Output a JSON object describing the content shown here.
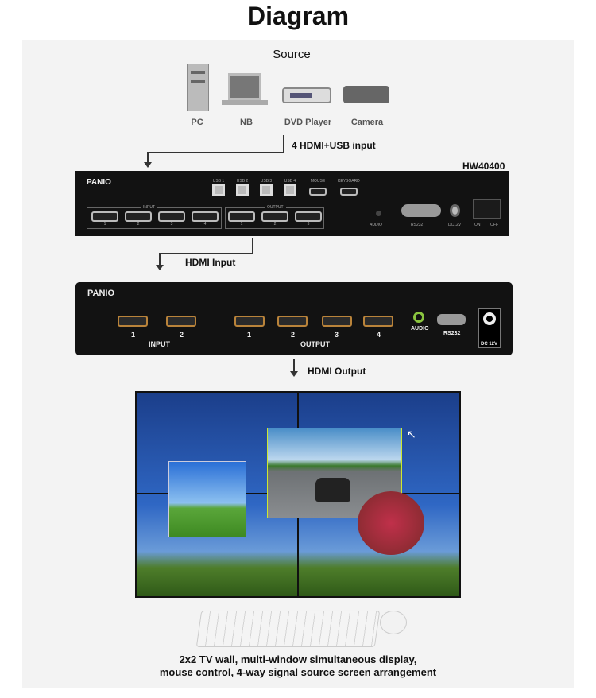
{
  "title": "Diagram",
  "source": {
    "heading": "Source",
    "items": [
      {
        "label": "PC",
        "icon": "pc-tower-icon"
      },
      {
        "label": "NB",
        "icon": "laptop-icon"
      },
      {
        "label": "DVD Player",
        "icon": "dvd-player-icon"
      },
      {
        "label": "Camera",
        "icon": "camera-icon"
      }
    ]
  },
  "step1": "4 HDMI+USB input",
  "device1": {
    "model": "HW40400",
    "brand": "PANIO",
    "usb": [
      "USB 1",
      "USB 2",
      "USB 3",
      "USB 4"
    ],
    "mouse": "MOUSE",
    "keyboard": "KEYBOARD",
    "input": "INPUT",
    "output": "OUTPUT",
    "in_nums": [
      "1",
      "2",
      "3",
      "4"
    ],
    "out_nums": [
      "1",
      "2",
      "3"
    ],
    "audio": "AUDIO",
    "rs232": "RS232",
    "dc": "DC12V",
    "on": "ON",
    "off": "OFF"
  },
  "step2": "HDMI Input",
  "device2": {
    "brand": "PANIO",
    "in_nums": [
      "1",
      "2"
    ],
    "input": "INPUT",
    "out_nums": [
      "1",
      "2",
      "3",
      "4"
    ],
    "output": "OUTPUT",
    "audio": "AUDIO",
    "rs232": "RS232",
    "dc": "DC 12V"
  },
  "step3": "HDMI Output",
  "caption": [
    "2x2 TV wall, multi-window simultaneous display,",
    "mouse control, 4-way signal source screen arrangement"
  ]
}
